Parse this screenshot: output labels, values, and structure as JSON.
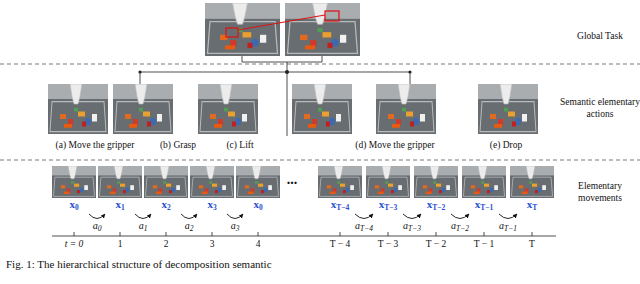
{
  "diagram": {
    "caption": "Fig. 1: The hierarchical structure of decomposition semantic",
    "nodes": [
      {
        "text": [
          "x0"
        ]
      },
      {
        "text": [
          "x1"
        ]
      },
      {
        "text": [
          "x2"
        ]
      },
      {
        "text": [
          "x3"
        ]
      },
      {
        "text": [
          "x0"
        ]
      },
      {
        "text": [
          "xT−4"
        ]
      },
      {
        "text": [
          "xT−3"
        ]
      },
      {
        "text": [
          "xT−2"
        ]
      },
      {
        "text": [
          "xT−1"
        ]
      },
      {
        "text": [
          "xT"
        ]
      }
    ],
    "edges": [
      {
        "from": 0,
        "to": 1,
        "label": "a0",
        "arrow": "to"
      },
      {
        "from": 1,
        "to": 2,
        "label": "a1",
        "arrow": "to"
      },
      {
        "from": 2,
        "to": 3,
        "label": "a2",
        "arrow": "to"
      },
      {
        "from": 3,
        "to": 4,
        "label": "a3",
        "arrow": "to"
      },
      {
        "from": 5,
        "to": 6,
        "label": "aT−4",
        "arrow": "to"
      },
      {
        "from": 6,
        "to": 7,
        "label": "aT−3",
        "arrow": "to"
      },
      {
        "from": 7,
        "to": 8,
        "label": "aT−2",
        "arrow": "to"
      },
      {
        "from": 8,
        "to": 9,
        "label": "aT−1",
        "arrow": "to"
      }
    ],
    "labels": [
      "Global Task",
      "Semantic elementary actions",
      "Elementary movements",
      "(a) Move the gripper",
      "(b) Grasp",
      "(c) Lift",
      "(d) Move the gripper",
      "(e) Drop",
      "...",
      "t = 0",
      "1",
      "2",
      "3",
      "4",
      "T − 4",
      "T − 3",
      "T − 2",
      "T − 1",
      "T"
    ]
  }
}
